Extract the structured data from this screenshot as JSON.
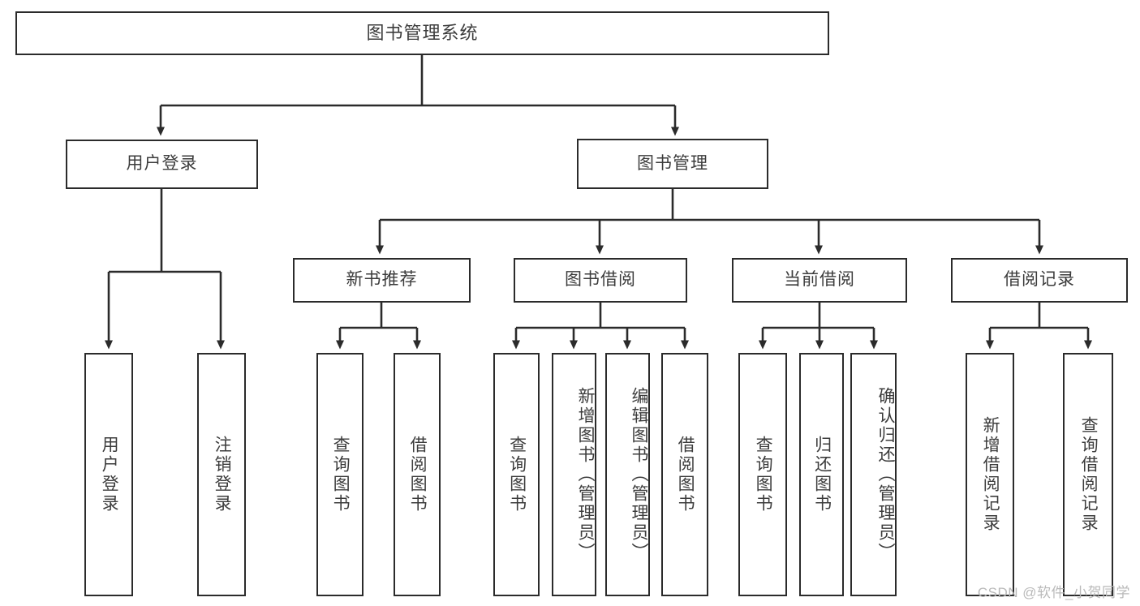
{
  "diagram": {
    "title": "图书管理系统",
    "type": "tree-hierarchy-diagram",
    "root": {
      "id": "root",
      "label": "图书管理系统"
    },
    "level1": [
      {
        "id": "user-login",
        "label": "用户登录"
      },
      {
        "id": "book-manage",
        "label": "图书管理"
      }
    ],
    "level2": [
      {
        "id": "new-book-rec",
        "label": "新书推荐",
        "parent": "book-manage"
      },
      {
        "id": "book-borrow",
        "label": "图书借阅",
        "parent": "book-manage"
      },
      {
        "id": "current-borrow",
        "label": "当前借阅",
        "parent": "book-manage"
      },
      {
        "id": "borrow-record",
        "label": "借阅记录",
        "parent": "book-manage"
      }
    ],
    "leaves": [
      {
        "id": "leaf-user-login",
        "label": "用户登录",
        "parent": "user-login"
      },
      {
        "id": "leaf-logout",
        "label": "注销登录",
        "parent": "user-login"
      },
      {
        "id": "leaf-query-book-1",
        "label": "查询图书",
        "parent": "new-book-rec"
      },
      {
        "id": "leaf-borrow-book-1",
        "label": "借阅图书",
        "parent": "new-book-rec"
      },
      {
        "id": "leaf-query-book-2",
        "label": "查询图书",
        "parent": "book-borrow"
      },
      {
        "id": "leaf-add-book",
        "label": "新增图书（管理员）",
        "parent": "book-borrow"
      },
      {
        "id": "leaf-edit-book",
        "label": "编辑图书（管理员）",
        "parent": "book-borrow"
      },
      {
        "id": "leaf-borrow-book-2",
        "label": "借阅图书",
        "parent": "book-borrow"
      },
      {
        "id": "leaf-query-book-3",
        "label": "查询图书",
        "parent": "current-borrow"
      },
      {
        "id": "leaf-return-book",
        "label": "归还图书",
        "parent": "current-borrow"
      },
      {
        "id": "leaf-confirm-return",
        "label": "确认归还（管理员）",
        "parent": "current-borrow"
      },
      {
        "id": "leaf-add-record",
        "label": "新增借阅记录",
        "parent": "borrow-record"
      },
      {
        "id": "leaf-query-record",
        "label": "查询借阅记录",
        "parent": "borrow-record"
      }
    ]
  },
  "watermark": {
    "text": "CSDN @软件_小贺同学"
  },
  "colors": {
    "stroke": "#2b2b2b",
    "text": "#3c3c3c",
    "background": "#ffffff",
    "watermark": "#b9b9b9"
  }
}
